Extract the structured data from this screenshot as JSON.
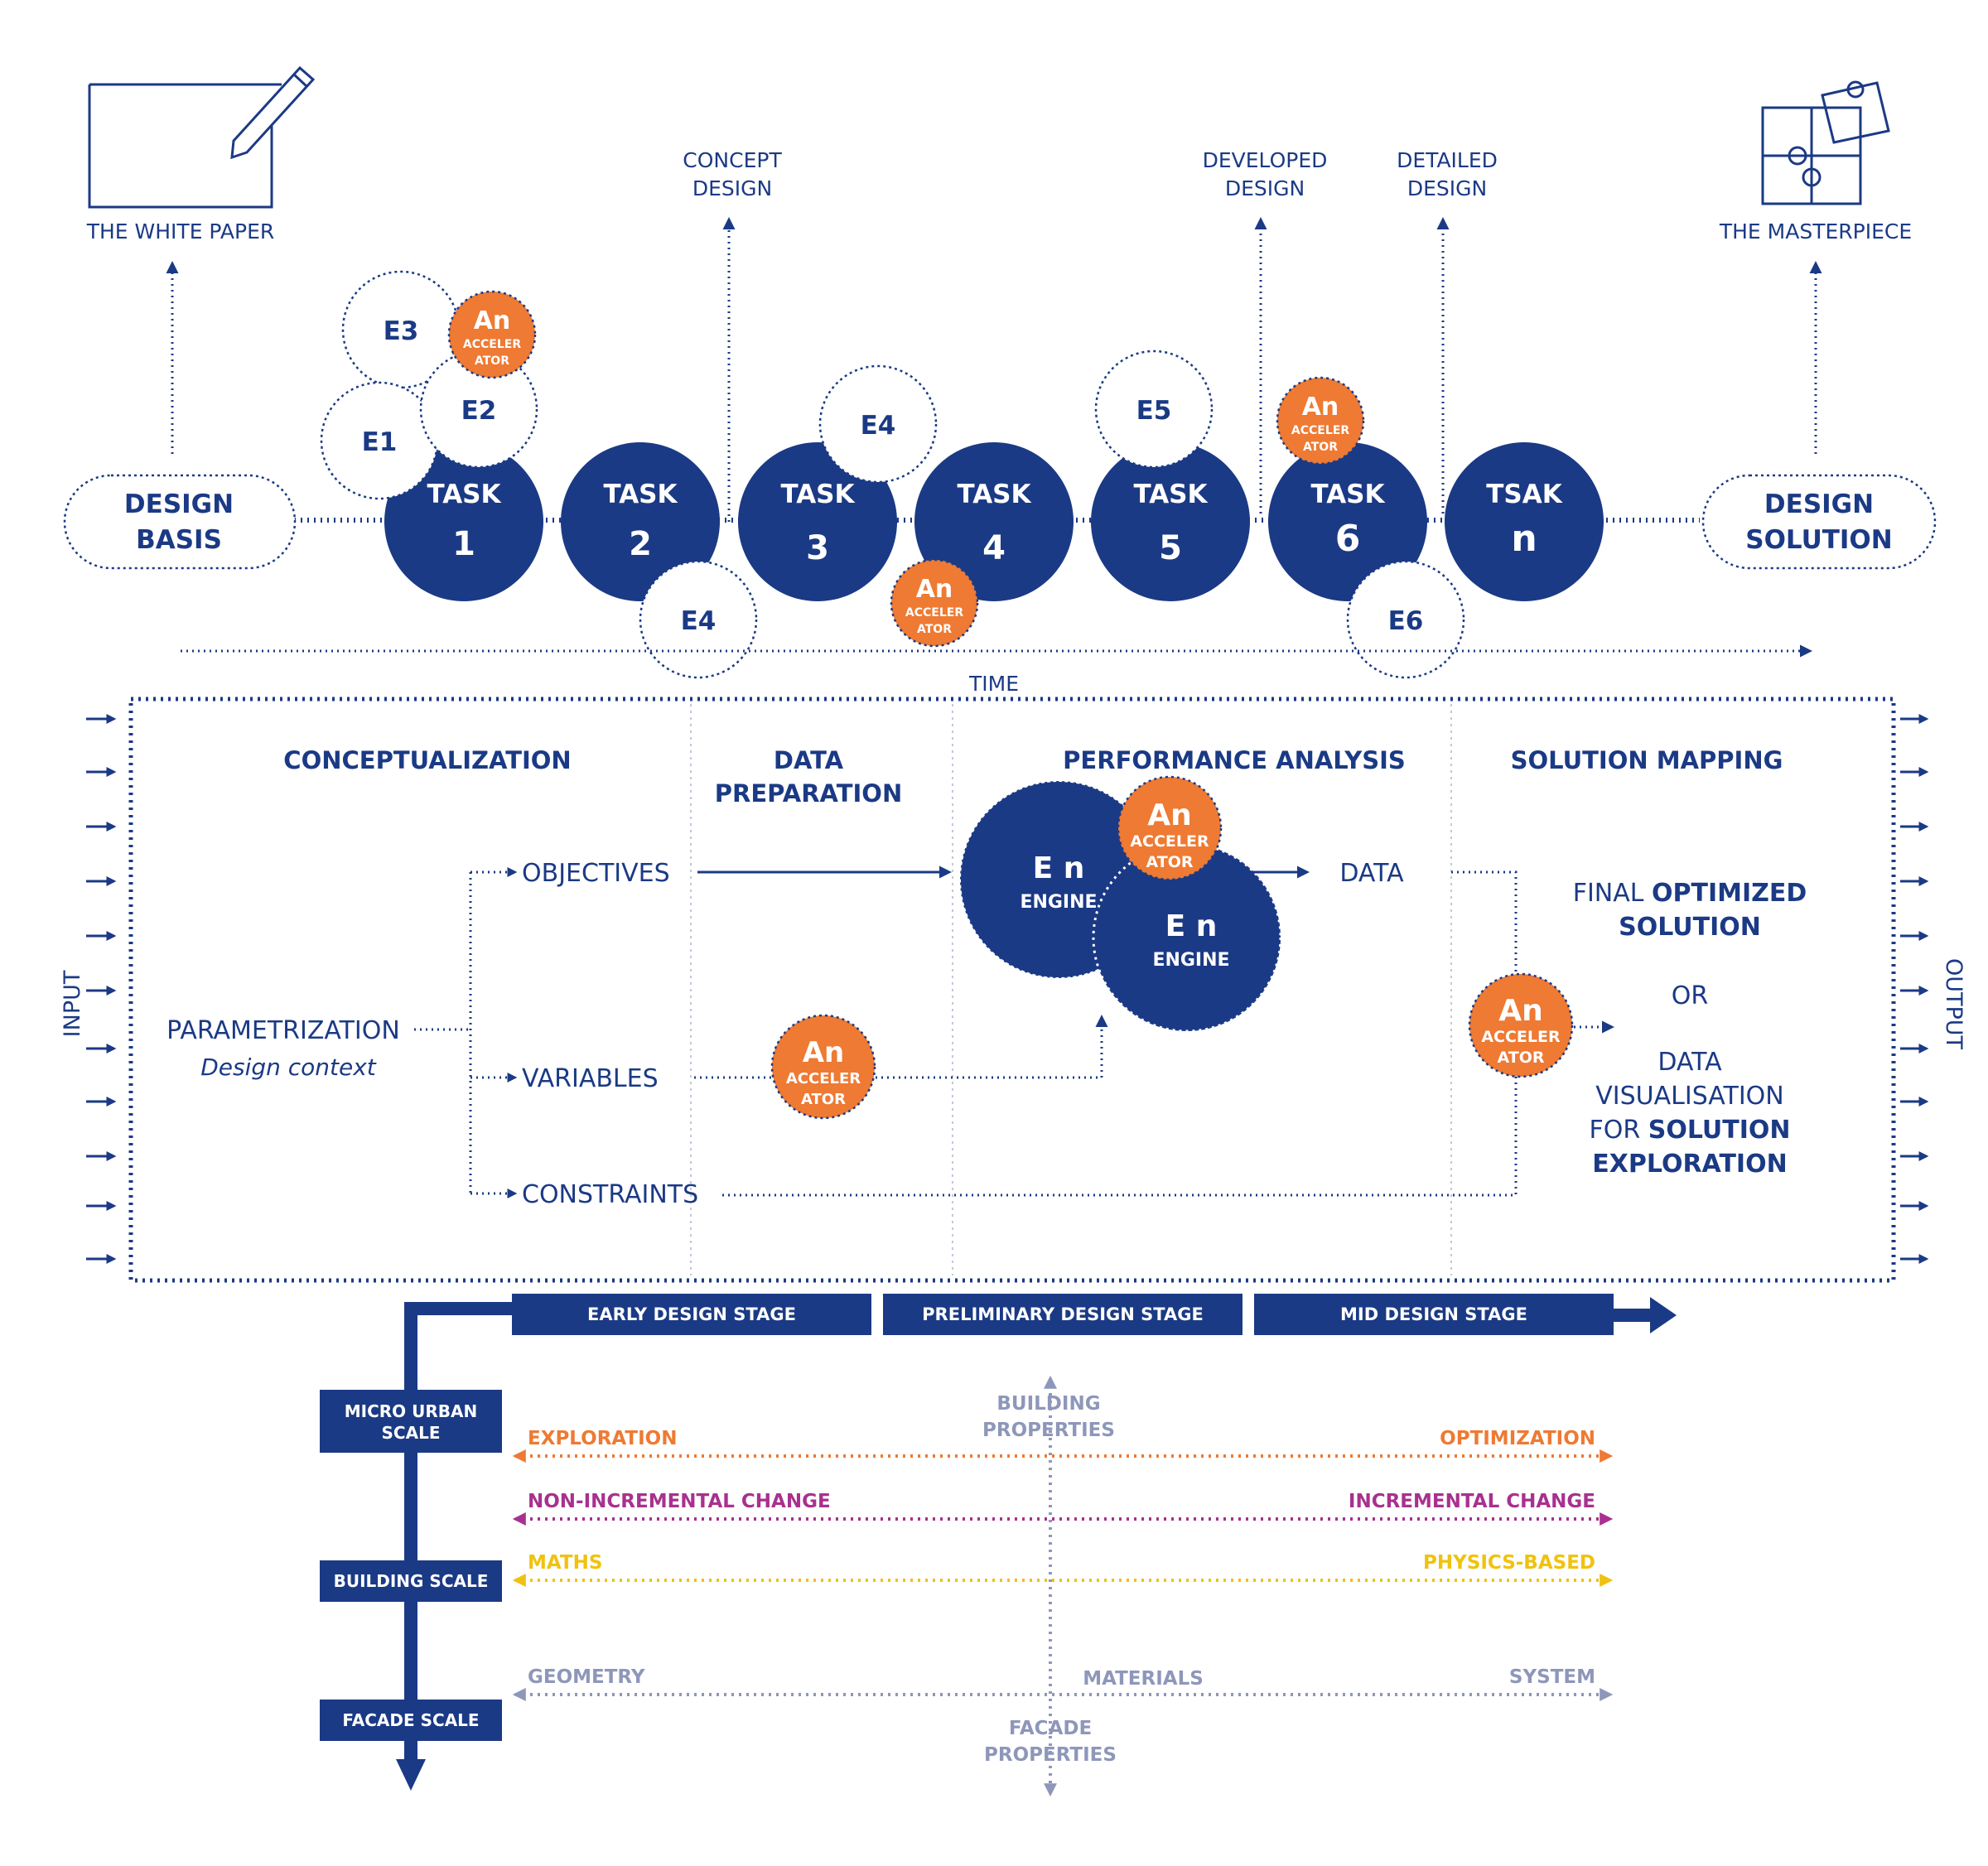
{
  "top": {
    "white_paper": "THE WHITE PAPER",
    "masterpiece": "THE MASTERPIECE",
    "concept": [
      "CONCEPT",
      "DESIGN"
    ],
    "developed": [
      "DEVELOPED",
      "DESIGN"
    ],
    "detailed": [
      "DETAILED",
      "DESIGN"
    ],
    "design_basis": [
      "DESIGN",
      "BASIS"
    ],
    "design_solution": [
      "DESIGN",
      "SOLUTION"
    ],
    "time": "TIME",
    "tasks": [
      {
        "label": "TASK",
        "num": "1"
      },
      {
        "label": "TASK",
        "num": "2"
      },
      {
        "label": "TASK",
        "num": "3"
      },
      {
        "label": "TASK",
        "num": "4"
      },
      {
        "label": "TASK",
        "num": "5"
      },
      {
        "label": "TASK",
        "num": "6"
      },
      {
        "label": "TSAK",
        "num": "n"
      }
    ],
    "experts": [
      "E3",
      "E2",
      "E1",
      "E4",
      "E5",
      "E4",
      "E6"
    ],
    "accelerator": {
      "an": "An",
      "l1": "ACCELER",
      "l2": "ATOR"
    }
  },
  "middle": {
    "input": "INPUT",
    "output": "OUTPUT",
    "conceptualization": "CONCEPTUALIZATION",
    "data_prep": [
      "DATA",
      "PREPARATION"
    ],
    "perf_analysis": "PERFORMANCE ANALYSIS",
    "solution_mapping": "SOLUTION MAPPING",
    "parametrization": "PARAMETRIZATION",
    "design_context": "Design context",
    "objectives": "OBJECTIVES",
    "variables": "VARIABLES",
    "constraints": "CONSTRAINTS",
    "engine_en": "E n",
    "engine": "ENGINE",
    "data": "DATA",
    "final_1_pre": "FINAL ",
    "final_1_bold": "OPTIMIZED",
    "final_2": "SOLUTION",
    "or": "OR",
    "vis_1": "DATA",
    "vis_2": "VISUALISATION",
    "vis_3_pre": "FOR ",
    "vis_3_bold": "SOLUTION",
    "vis_4": "EXPLORATION"
  },
  "bottom": {
    "stages": [
      "EARLY DESIGN STAGE",
      "PRELIMINARY DESIGN STAGE",
      "MID DESIGN STAGE"
    ],
    "scales": [
      [
        "MICRO URBAN",
        "SCALE"
      ],
      [
        "BUILDING SCALE"
      ],
      [
        "FACADE SCALE"
      ]
    ],
    "building_props": [
      "BUILDING",
      "PROPERTIES"
    ],
    "facade_props": [
      "FACADE",
      "PROPERTIES"
    ],
    "rows": [
      {
        "left": "EXPLORATION",
        "right": "OPTIMIZATION",
        "color": "#ee7a33"
      },
      {
        "left": "NON-INCREMENTAL CHANGE",
        "right": "INCREMENTAL CHANGE",
        "color": "#a8318f"
      },
      {
        "left": "MATHS",
        "right": "PHYSICS-BASED",
        "color": "#f0c20f"
      }
    ],
    "geometry": "GEOMETRY",
    "materials": "MATERIALS",
    "system": "SYSTEM",
    "grey": "#8e97ba"
  }
}
